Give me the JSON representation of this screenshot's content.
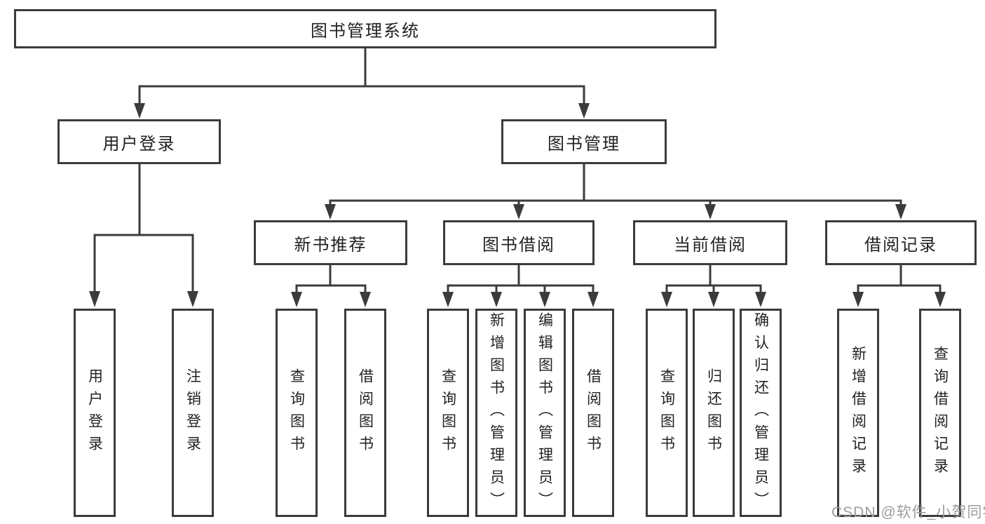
{
  "diagram": {
    "root": {
      "label": "图书管理系统"
    },
    "level2": [
      {
        "label": "用户登录"
      },
      {
        "label": "图书管理"
      }
    ],
    "level3": [
      {
        "label": "新书推荐"
      },
      {
        "label": "图书借阅"
      },
      {
        "label": "当前借阅"
      },
      {
        "label": "借阅记录"
      }
    ],
    "leaves": {
      "user_login": [
        {
          "label": "用户登录"
        },
        {
          "label": "注销登录"
        }
      ],
      "new_books": [
        {
          "label": "查询图书"
        },
        {
          "label": "借阅图书"
        }
      ],
      "book_borrow": [
        {
          "label": "查询图书"
        },
        {
          "label": "新增图书（管理员）"
        },
        {
          "label": "编辑图书（管理员）"
        },
        {
          "label": "借阅图书"
        }
      ],
      "current_borrow": [
        {
          "label": "查询图书"
        },
        {
          "label": "归还图书"
        },
        {
          "label": "确认归还（管理员）"
        }
      ],
      "borrow_records": [
        {
          "label": "新增借阅记录"
        },
        {
          "label": "查询借阅记录"
        }
      ]
    }
  },
  "watermark": "CSDN @软件_小贺同学",
  "colors": {
    "line": "#3b3b3b",
    "box_border": "#3b3b3b",
    "text": "#222222",
    "watermark": "#9c9c9c",
    "background": "#ffffff"
  }
}
